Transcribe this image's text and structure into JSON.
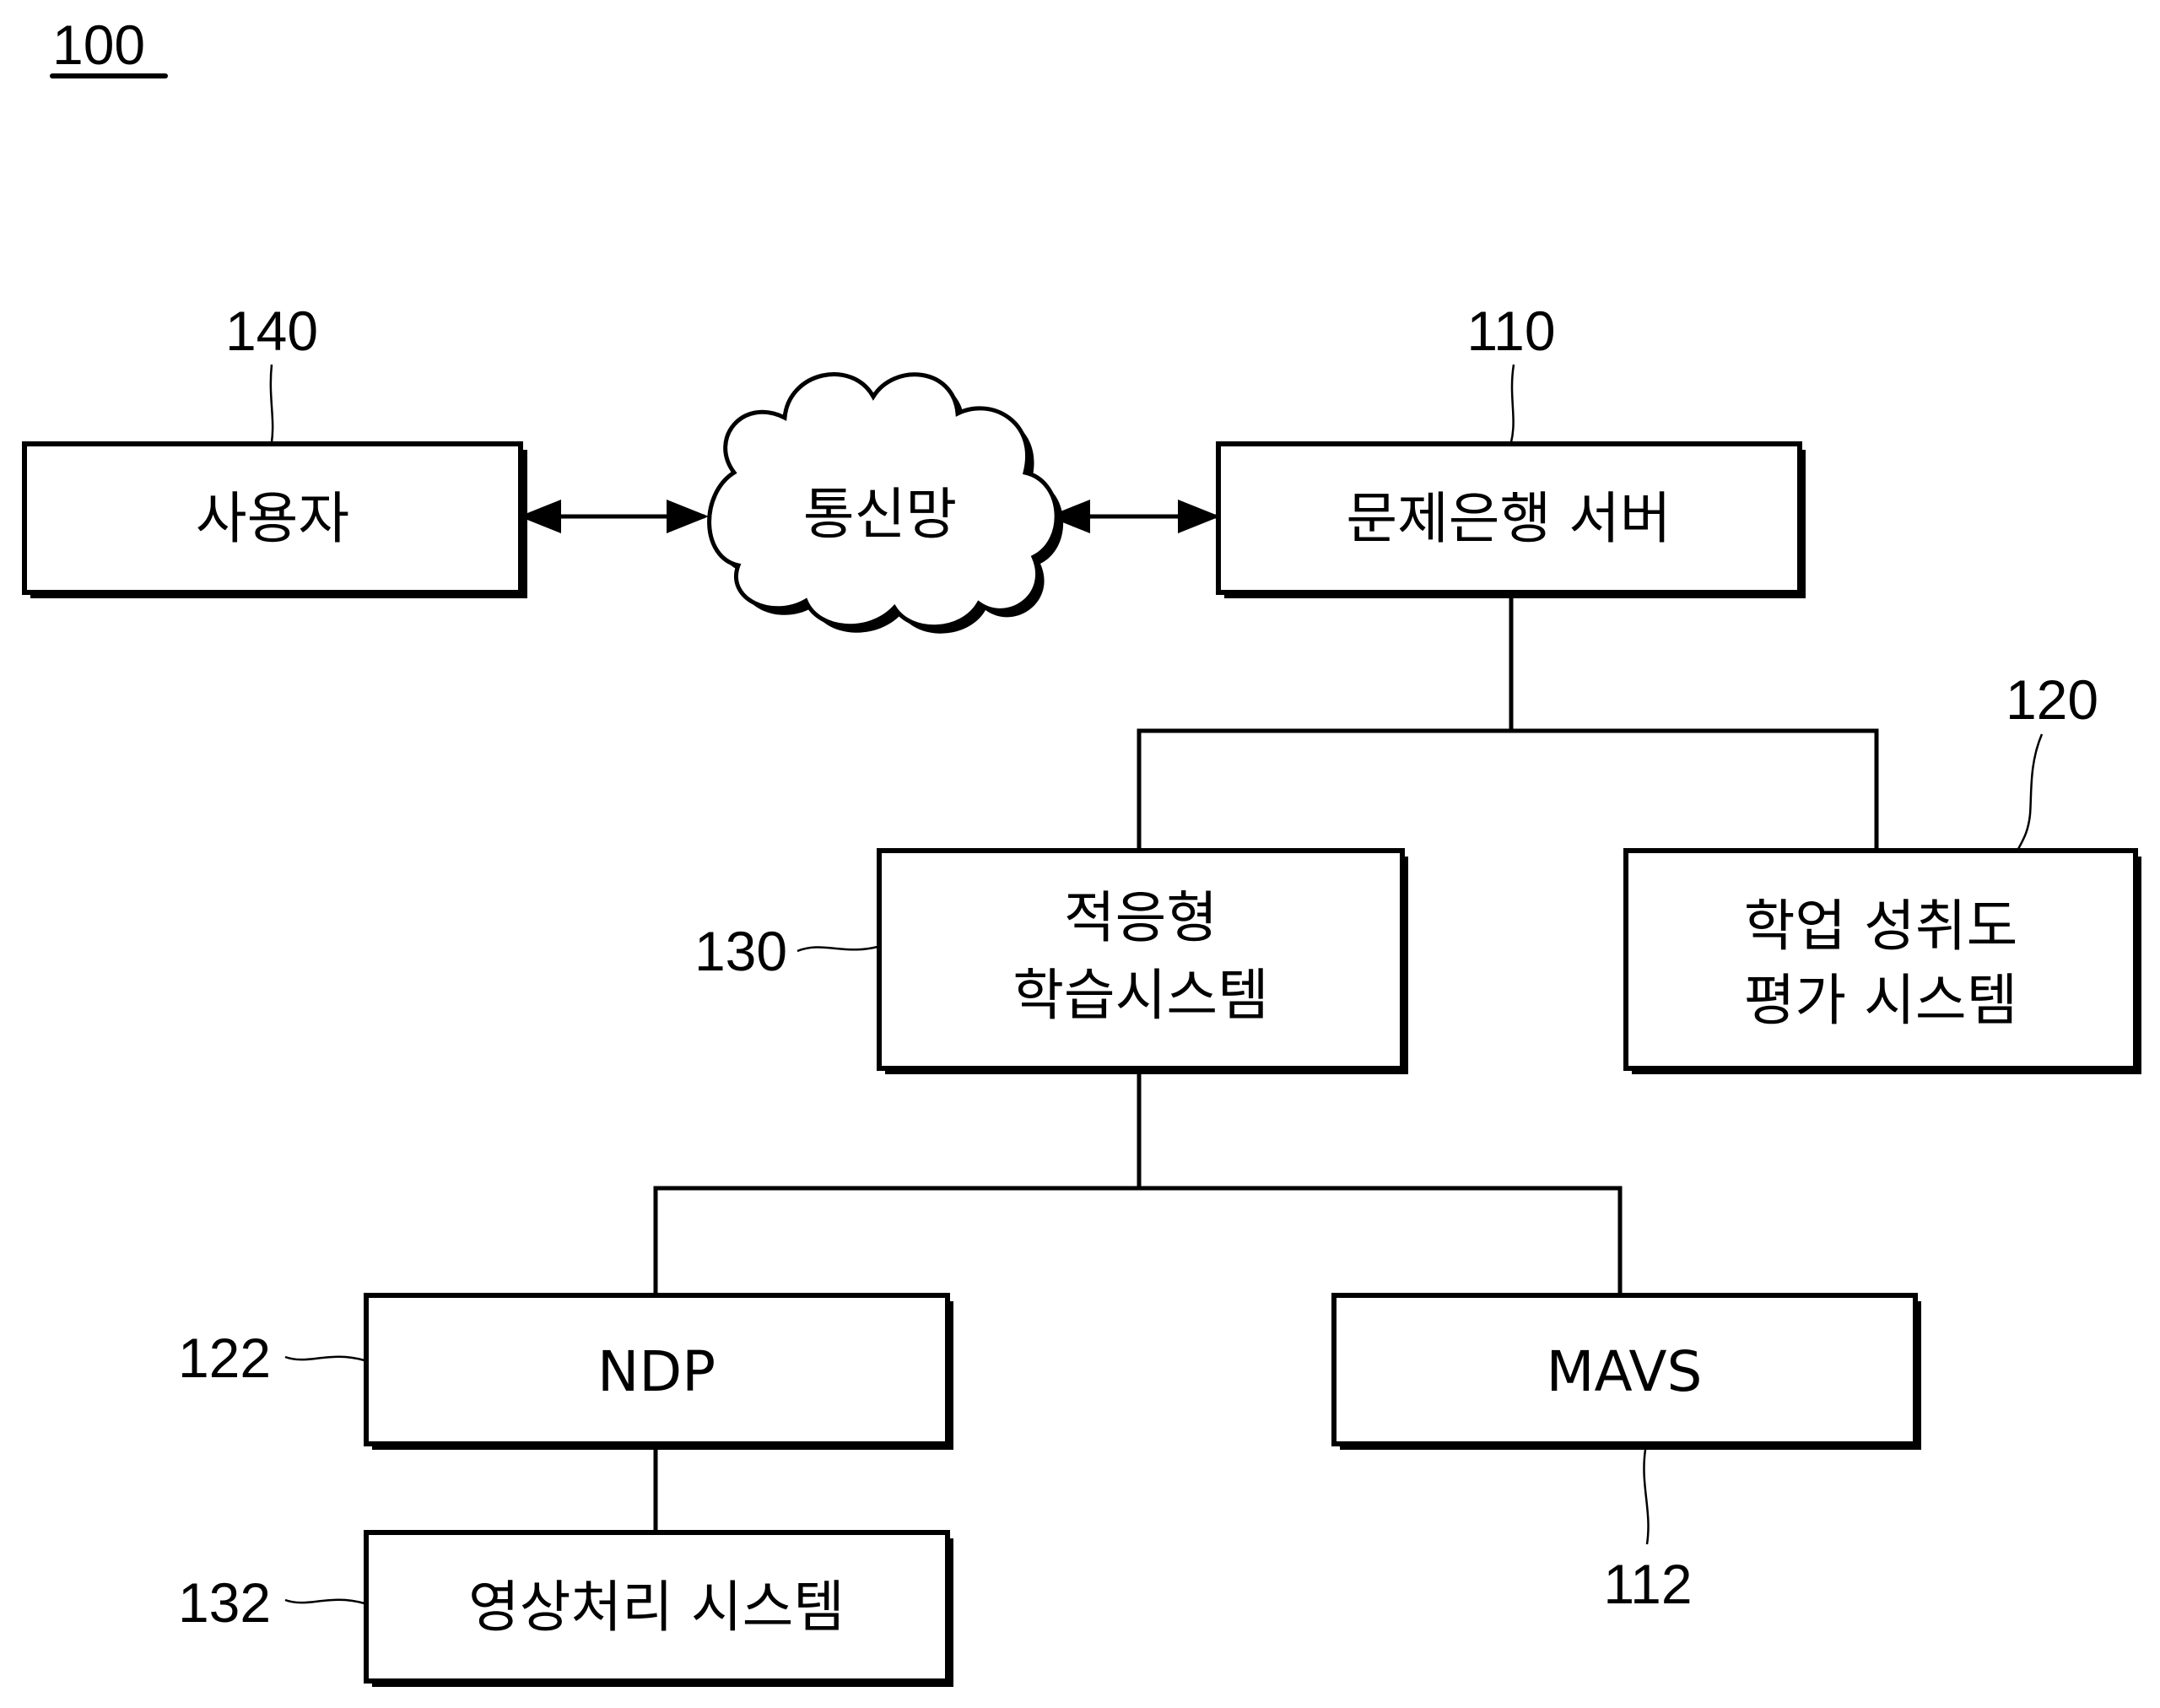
{
  "figure": {
    "number": "100"
  },
  "nodes": {
    "user": {
      "label": "사용자",
      "ref": "140"
    },
    "network": {
      "label": "통신망"
    },
    "server": {
      "label": "문제은행 서버",
      "ref": "110"
    },
    "adaptive": {
      "line1": "적응형",
      "line2": "학습시스템",
      "ref": "130"
    },
    "assessment": {
      "line1": "학업 성취도",
      "line2": "평가 시스템",
      "ref": "120"
    },
    "ndp": {
      "label": "NDP",
      "ref": "122"
    },
    "mavs": {
      "label": "MAVS",
      "ref": "112"
    },
    "imaging": {
      "label": "영상처리 시스템",
      "ref": "132"
    }
  },
  "edges": [
    {
      "from": "user",
      "to": "network",
      "type": "bidirectional-arrow"
    },
    {
      "from": "network",
      "to": "server",
      "type": "bidirectional-arrow"
    },
    {
      "from": "server",
      "to": "adaptive",
      "type": "line"
    },
    {
      "from": "server",
      "to": "assessment",
      "type": "line"
    },
    {
      "from": "adaptive",
      "to": "ndp",
      "type": "line"
    },
    {
      "from": "adaptive",
      "to": "mavs",
      "type": "line"
    },
    {
      "from": "ndp",
      "to": "imaging",
      "type": "line"
    }
  ],
  "colors": {
    "ink": "#000000",
    "paper": "#ffffff"
  }
}
